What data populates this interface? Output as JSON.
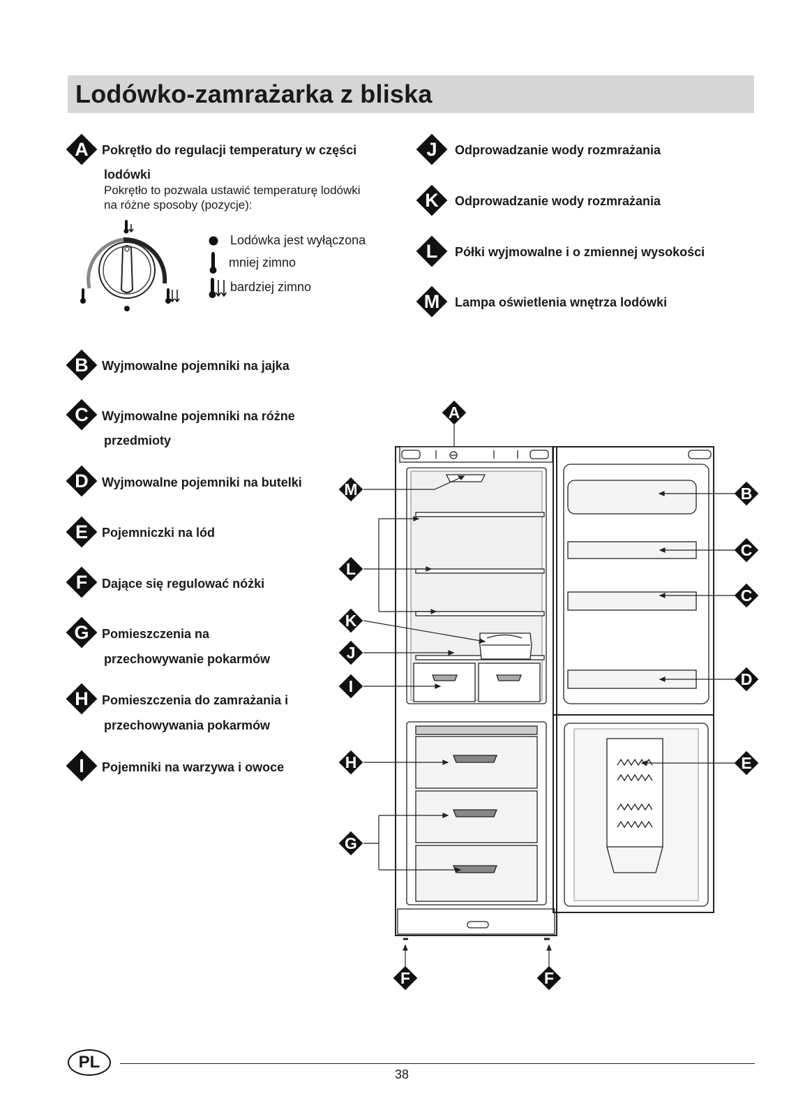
{
  "title": "Lodówko-zamrażarka z bliska",
  "left_items": {
    "A": {
      "letter": "A",
      "line1": "Pokrętło do regulacji temperatury w części",
      "line2": "lodówki",
      "desc1": "Pokrętło to pozwala ustawić temperaturę lodówki",
      "desc2": "na różne sposoby (pozycje):"
    },
    "B": {
      "letter": "B",
      "label": "Wyjmowalne pojemniki na jajka"
    },
    "C": {
      "letter": "C",
      "line1": "Wyjmowalne pojemniki na różne",
      "line2": "przedmioty"
    },
    "D": {
      "letter": "D",
      "label": "Wyjmowalne pojemniki na butelki"
    },
    "E": {
      "letter": "E",
      "label": "Pojemniczki na lód"
    },
    "F": {
      "letter": "F",
      "label": "Dające się regulować nóżki"
    },
    "G": {
      "letter": "G",
      "line1": "Pomieszczenia na",
      "line2": "przechowywanie pokarmów"
    },
    "H": {
      "letter": "H",
      "line1": "Pomieszczenia do zamrażania i",
      "line2": "przechowywania pokarmów"
    },
    "I": {
      "letter": "I",
      "label": "Pojemniki na warzywa i owoce"
    }
  },
  "right_items": {
    "J": {
      "letter": "J",
      "label": "Odprowadzanie wody rozmrażania"
    },
    "K": {
      "letter": "K",
      "label": "Odprowadzanie wody rozmrażania"
    },
    "L": {
      "letter": "L",
      "label": "Półki wyjmowalne i o zmiennej wysokości"
    },
    "M": {
      "letter": "M",
      "label": "Lampa oświetlenia wnętrza lodówki"
    }
  },
  "knob_legend": {
    "off": "Lodówka jest wyłączona",
    "less_cold": "mniej zimno",
    "colder": "bardziej zimno"
  },
  "diagram_labels": {
    "A": "A",
    "B": "B",
    "C": "C",
    "D": "D",
    "E": "E",
    "F": "F",
    "G": "G",
    "H": "H",
    "I": "I",
    "J": "J",
    "K": "K",
    "L": "L",
    "M": "M"
  },
  "footer": {
    "language": "PL",
    "page_number": "38"
  }
}
